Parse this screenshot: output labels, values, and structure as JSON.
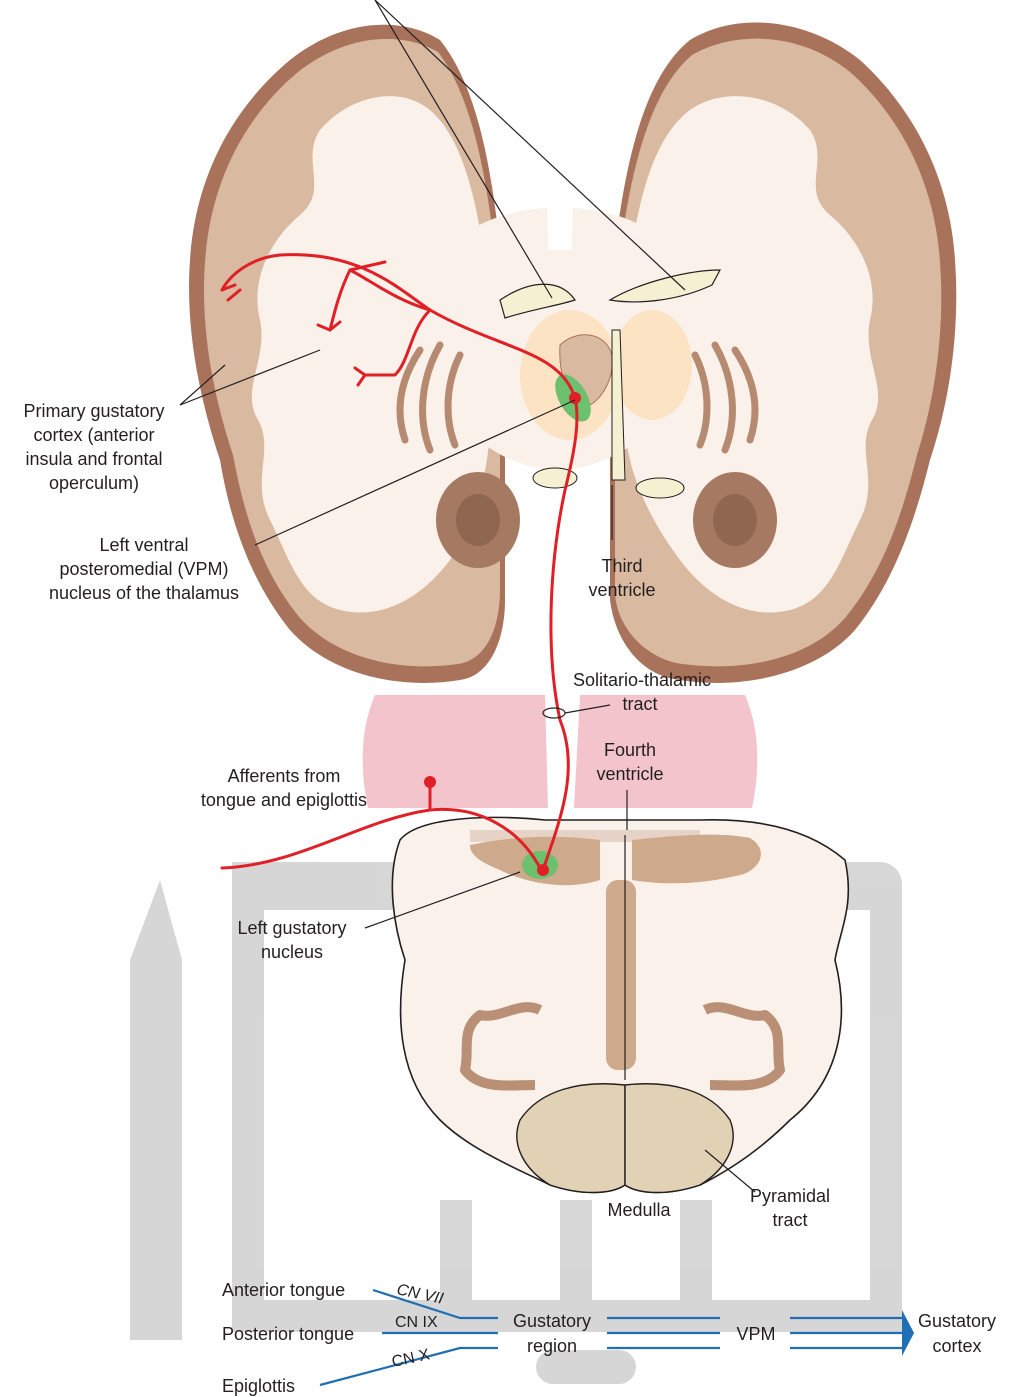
{
  "labels": {
    "primary_cortex": [
      "Primary gustatory",
      "cortex (anterior",
      "insula and frontal",
      "operculum)"
    ],
    "vpm_nucleus": [
      "Left ventral",
      "posteromedial (VPM)",
      "nucleus of the thalamus"
    ],
    "third_ventricle": [
      "Third",
      "ventricle"
    ],
    "solitario_tract": [
      "Solitario-thalamic",
      "tract"
    ],
    "fourth_ventricle": [
      "Fourth",
      "ventricle"
    ],
    "afferents": [
      "Afferents from",
      "tongue and epiglottis"
    ],
    "gustatory_nucleus": [
      "Left gustatory",
      "nucleus"
    ],
    "medulla": "Medulla",
    "pyramidal_tract": [
      "Pyramidal",
      "tract"
    ]
  },
  "flow": {
    "anterior_tongue": "Anterior tongue",
    "posterior_tongue": "Posterior tongue",
    "epiglottis": "Epiglottis",
    "cn_vii": "CN VII",
    "cn_ix": "CN IX",
    "cn_x": "CN X",
    "gustatory_region": [
      "Gustatory",
      "region"
    ],
    "vpm": "VPM",
    "gustatory_cortex": [
      "Gustatory",
      "cortex"
    ]
  },
  "colors": {
    "cortex_outer": "#a8735a",
    "gray_matter": "#d9b9a0",
    "white_matter": "#faf1ea",
    "pons": "#f3c4cc",
    "pyramid": "#e1d2b6",
    "nucleus_green": "#6cc06e",
    "pathway_red": "#e01f26",
    "flow_blue": "#1f6fb2",
    "watermark": "#c8c8c8"
  }
}
